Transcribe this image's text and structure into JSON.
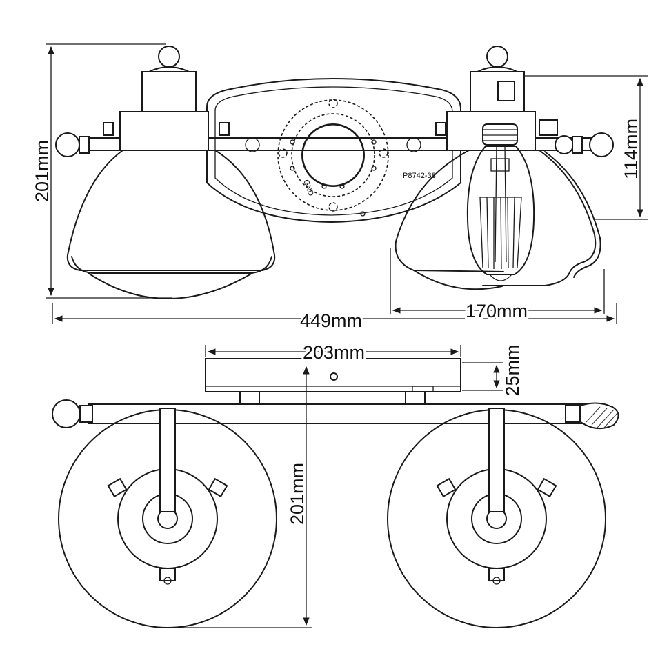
{
  "dimensions": {
    "front_height": "201mm",
    "backplate_height": "114mm",
    "overall_width": "449mm",
    "shade_width": "170mm",
    "backplate_width": "203mm",
    "backplate_depth": "25mm",
    "top_height": "201mm"
  },
  "part_label": "P8742-38",
  "gnd_label": "GND",
  "line_color": "#1a1a1a"
}
